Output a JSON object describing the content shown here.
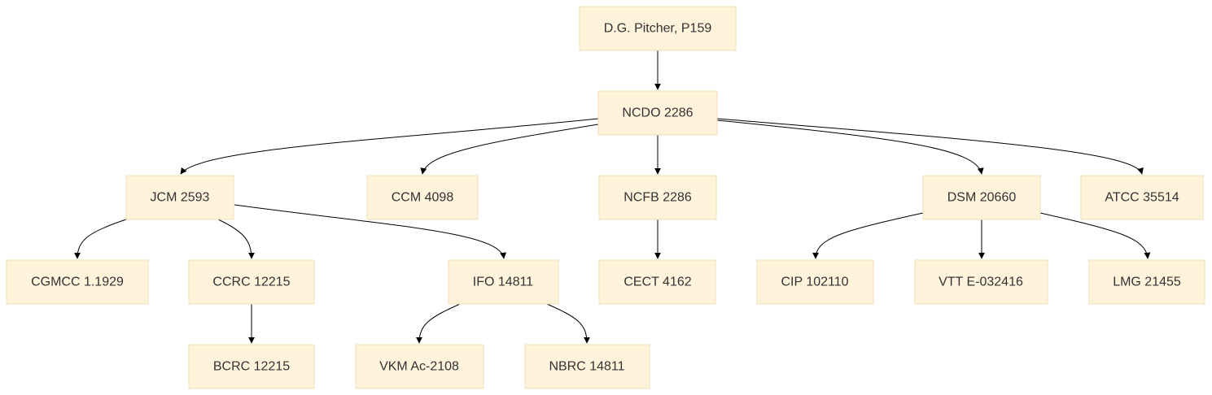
{
  "nodes": [
    {
      "id": "dg",
      "label": "D.G. Pitcher, P159"
    },
    {
      "id": "ncdo",
      "label": "NCDO 2286"
    },
    {
      "id": "jcm",
      "label": "JCM 2593"
    },
    {
      "id": "ccm",
      "label": "CCM 4098"
    },
    {
      "id": "ncfb",
      "label": "NCFB 2286"
    },
    {
      "id": "dsm",
      "label": "DSM 20660"
    },
    {
      "id": "atcc",
      "label": "ATCC 35514"
    },
    {
      "id": "cgmcc",
      "label": "CGMCC 1.1929"
    },
    {
      "id": "ccrc",
      "label": "CCRC 12215"
    },
    {
      "id": "ifo",
      "label": "IFO 14811"
    },
    {
      "id": "cect",
      "label": "CECT 4162"
    },
    {
      "id": "cip",
      "label": "CIP 102110"
    },
    {
      "id": "vtt",
      "label": "VTT E-032416"
    },
    {
      "id": "lmg",
      "label": "LMG 21455"
    },
    {
      "id": "bcrc",
      "label": "BCRC 12215"
    },
    {
      "id": "vkm",
      "label": "VKM Ac-2108"
    },
    {
      "id": "nbrc",
      "label": "NBRC 14811"
    }
  ],
  "edges": [
    {
      "from": "dg",
      "to": "ncdo"
    },
    {
      "from": "ncdo",
      "to": "jcm"
    },
    {
      "from": "ncdo",
      "to": "ccm"
    },
    {
      "from": "ncdo",
      "to": "ncfb"
    },
    {
      "from": "ncdo",
      "to": "dsm"
    },
    {
      "from": "ncdo",
      "to": "atcc"
    },
    {
      "from": "jcm",
      "to": "cgmcc"
    },
    {
      "from": "jcm",
      "to": "ccrc"
    },
    {
      "from": "jcm",
      "to": "ifo"
    },
    {
      "from": "ncfb",
      "to": "cect"
    },
    {
      "from": "dsm",
      "to": "cip"
    },
    {
      "from": "dsm",
      "to": "vtt"
    },
    {
      "from": "dsm",
      "to": "lmg"
    },
    {
      "from": "ccrc",
      "to": "bcrc"
    },
    {
      "from": "ifo",
      "to": "vkm"
    },
    {
      "from": "ifo",
      "to": "nbrc"
    }
  ],
  "colors": {
    "node_fill": "#fff3dc",
    "node_stroke": "#efdfb6",
    "text": "#333333",
    "edge": "#000000"
  }
}
